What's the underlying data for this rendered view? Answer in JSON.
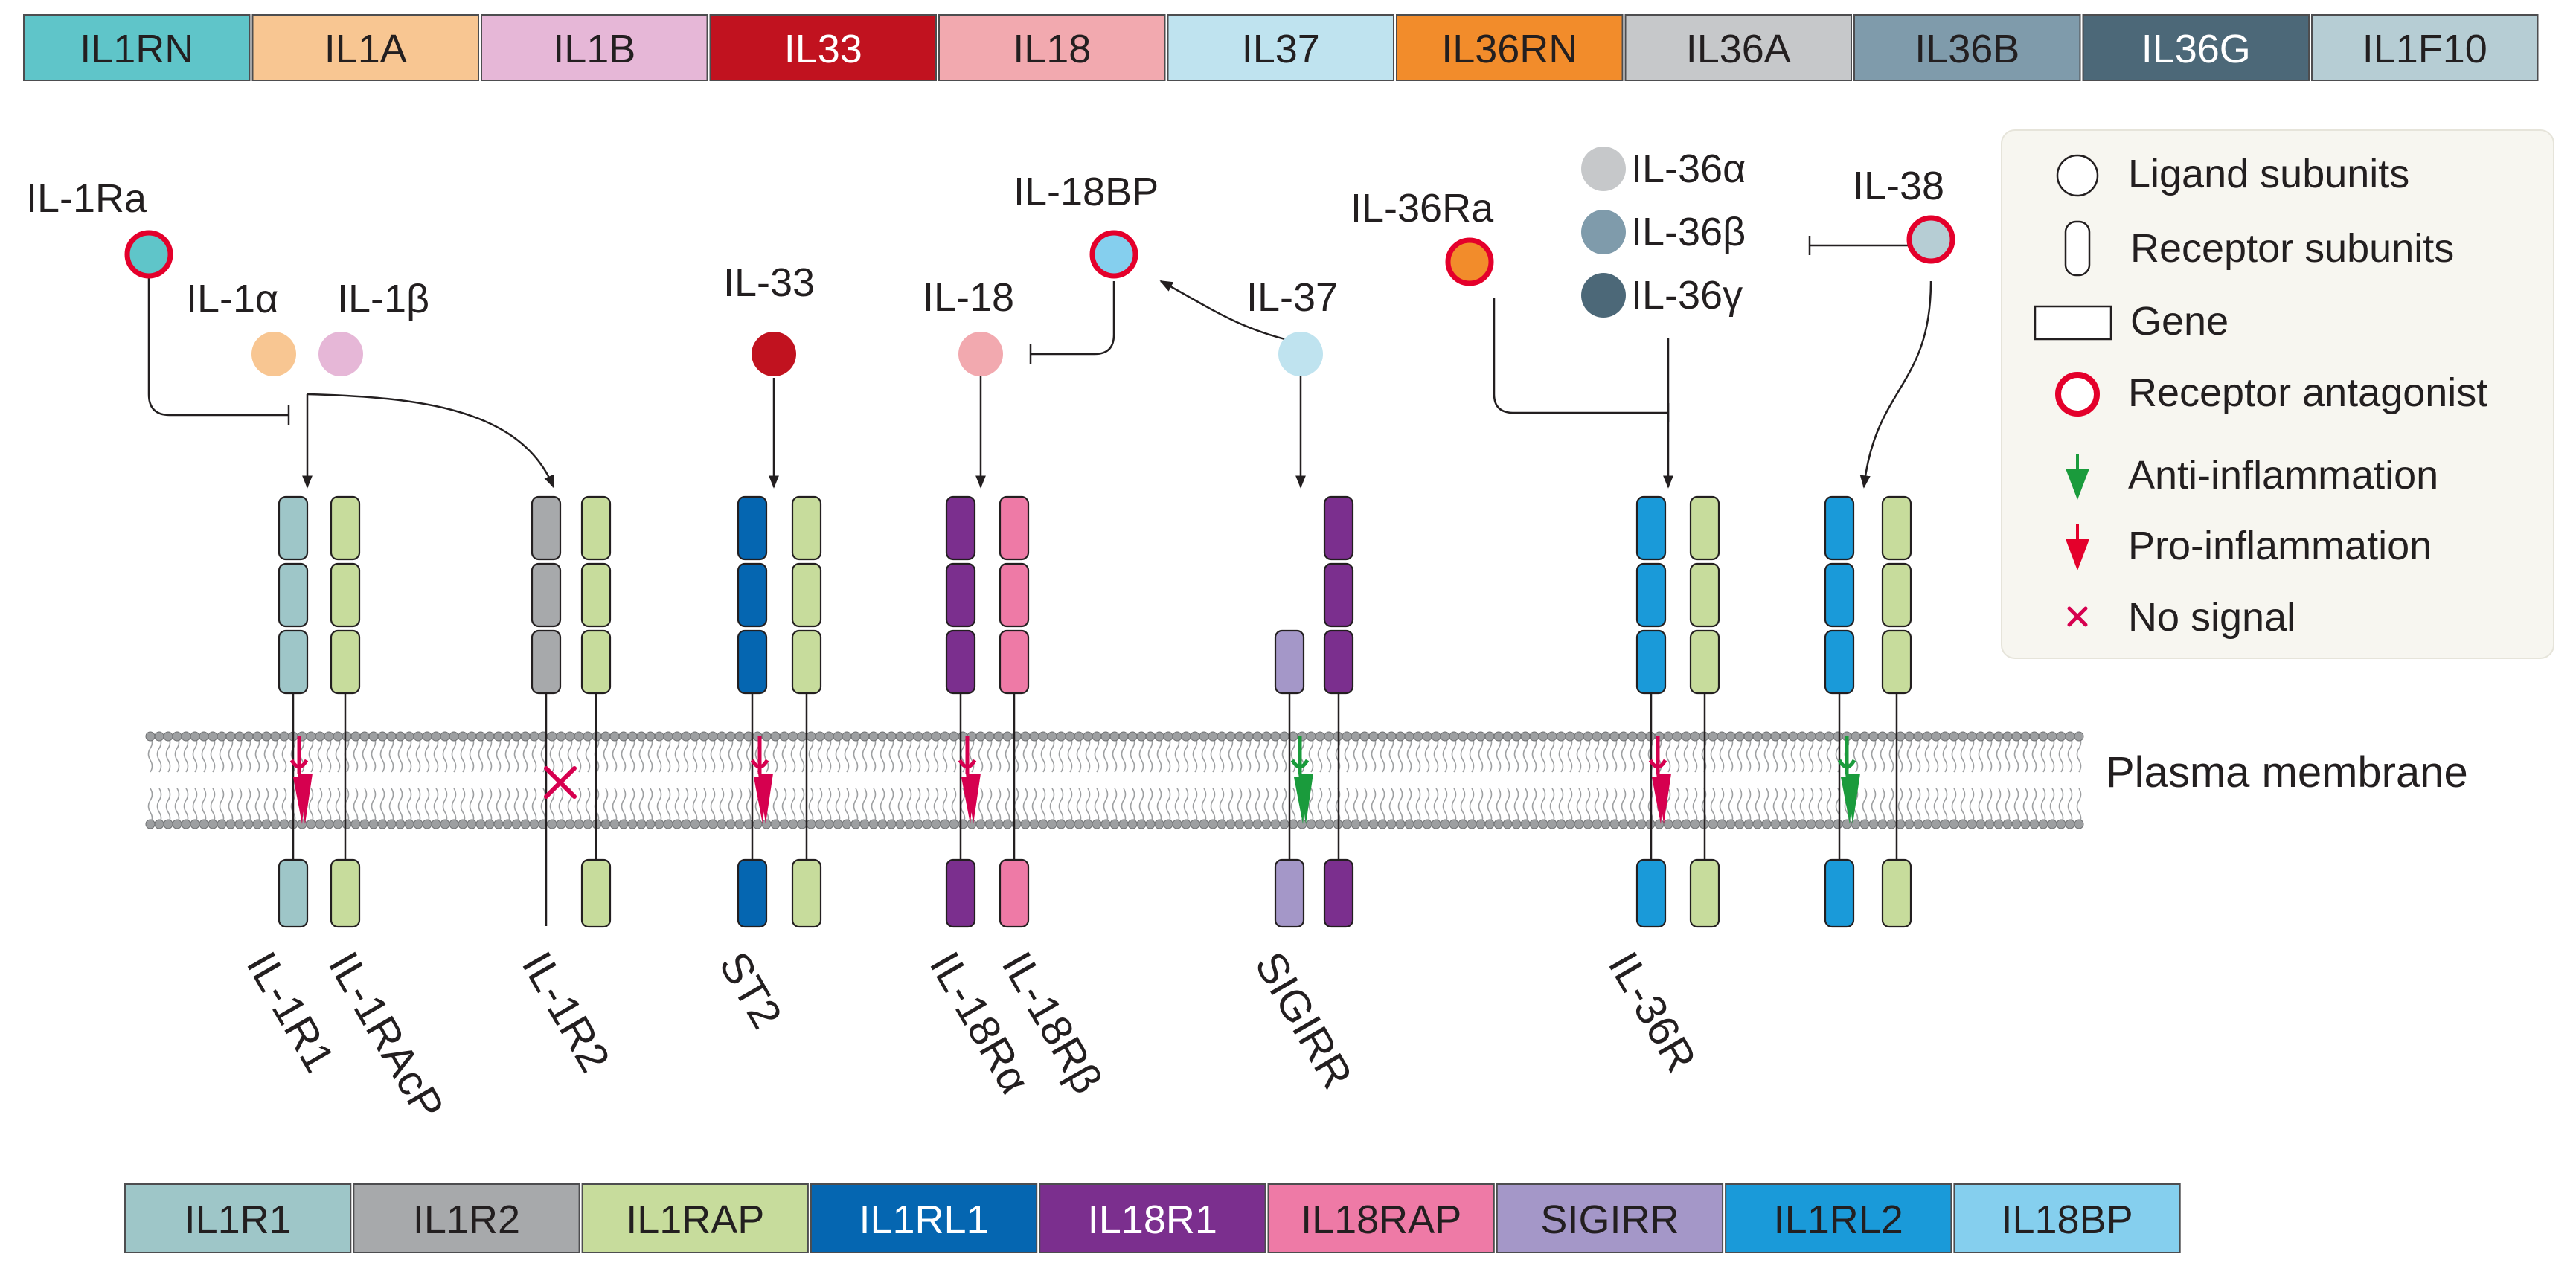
{
  "gene_bar_top": [
    {
      "label": "IL1RN",
      "color": "#5fc5c9",
      "text_color": "#231f20"
    },
    {
      "label": "IL1A",
      "color": "#f8c692",
      "text_color": "#231f20"
    },
    {
      "label": "IL1B",
      "color": "#e6b7d7",
      "text_color": "#231f20"
    },
    {
      "label": "IL33",
      "color": "#c1121f",
      "text_color": "#ffffff"
    },
    {
      "label": "IL18",
      "color": "#f2a9af",
      "text_color": "#231f20"
    },
    {
      "label": "IL37",
      "color": "#bfe3ef",
      "text_color": "#231f20"
    },
    {
      "label": "IL36RN",
      "color": "#f28c2b",
      "text_color": "#231f20"
    },
    {
      "label": "IL36A",
      "color": "#c6c8ca",
      "text_color": "#231f20"
    },
    {
      "label": "IL36B",
      "color": "#7f9bab",
      "text_color": "#231f20"
    },
    {
      "label": "IL36G",
      "color": "#4c6878",
      "text_color": "#ffffff"
    },
    {
      "label": "IL1F10",
      "color": "#b6cdd4",
      "text_color": "#231f20"
    }
  ],
  "gene_bar_bottom": [
    {
      "label": "IL1R1",
      "color": "#9ec6c8",
      "text_color": "#231f20"
    },
    {
      "label": "IL1R2",
      "color": "#a7a9ab",
      "text_color": "#231f20"
    },
    {
      "label": "IL1RAP",
      "color": "#c7dc9c",
      "text_color": "#231f20"
    },
    {
      "label": "IL1RL1",
      "color": "#0566b1",
      "text_color": "#ffffff"
    },
    {
      "label": "IL18R1",
      "color": "#7b2f8e",
      "text_color": "#ffffff"
    },
    {
      "label": "IL18RAP",
      "color": "#ee7aa6",
      "text_color": "#231f20"
    },
    {
      "label": "SIGIRR",
      "color": "#a497c8",
      "text_color": "#231f20"
    },
    {
      "label": "IL1RL2",
      "color": "#1a9ad9",
      "text_color": "#231f20"
    },
    {
      "label": "IL18BP",
      "color": "#85cfee",
      "text_color": "#231f20"
    }
  ],
  "ligands": {
    "il1ra": "IL-1Ra",
    "il1a": "IL-1α",
    "il1b": "IL-1β",
    "il33": "IL-33",
    "il18": "IL-18",
    "il18bp": "IL-18BP",
    "il37": "IL-37",
    "il36ra": "IL-36Ra",
    "il36a": "IL-36α",
    "il36b": "IL-36β",
    "il36g": "IL-36γ",
    "il38": "IL-38"
  },
  "receptors": {
    "il1r1": "IL-1R1",
    "il1racp": "IL-1RAcP",
    "il1r2": "IL-1R2",
    "st2": "ST2",
    "il18ra": "IL-18Rα",
    "il18rb": "IL-18Rβ",
    "sigirr": "SIGIRR",
    "il36r": "IL-36R"
  },
  "membrane_label": "Plasma membrane",
  "legend": {
    "ligand": "Ligand subunits",
    "receptor": "Receptor subunits",
    "gene": "Gene",
    "antagonist": "Receptor antagonist",
    "anti": "Anti-inflammation",
    "pro": "Pro-inflammation",
    "nosignal": "No signal"
  },
  "colors": {
    "antagonist_ring": "#e4002b",
    "pro_arrow": "#d6004f",
    "anti_arrow": "#1a9b3c",
    "no_signal": "#d6004f",
    "legend_bg": "#f7f6f0",
    "membrane_head": "#9d9fa1"
  }
}
